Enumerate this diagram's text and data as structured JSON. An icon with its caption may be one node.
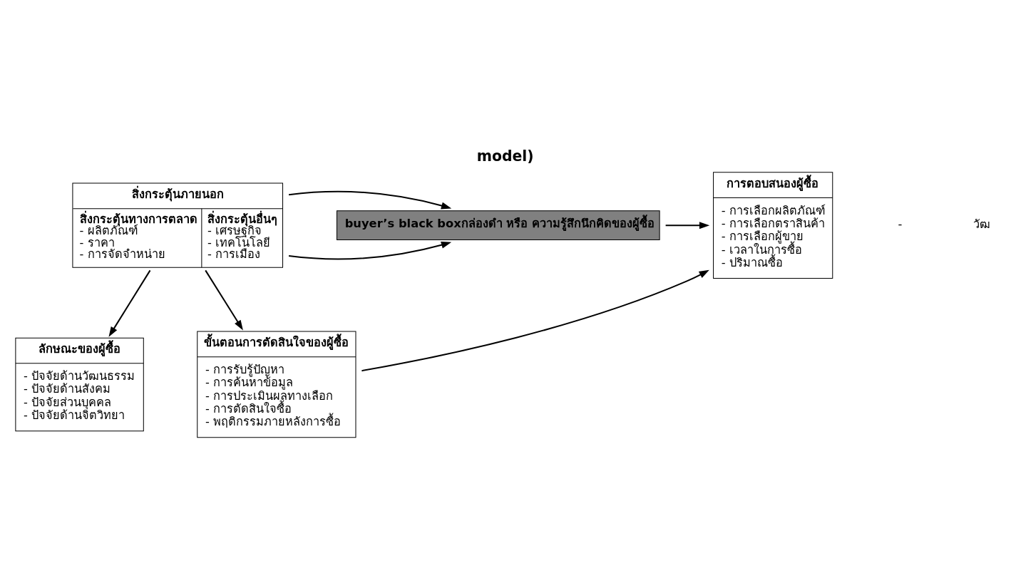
{
  "diagram": {
    "title": "model)",
    "nodes": [
      {
        "text": [
          "สิ่งกระตุ้นภายนอก",
          "สิ่งกระตุ้นทางการตลาด",
          "สิ่งกระตุ้นอื่นๆ",
          "- ผลิตภัณฑ์",
          "- ราคา",
          "- การจัดจำหน่าย",
          "- เศรษฐกิจ",
          "- เทคโนโลยี",
          "- การเมือง"
        ]
      },
      {
        "text": [
          "buyer’s black boxกล่องดำ หรือ ความรู้สึกนึกคิดของผู้ซื้อ"
        ]
      },
      {
        "text": [
          "การตอบสนองผู้ซื้อ",
          "- การเลือกผลิตภัณฑ์",
          "- การเลือกตราสินค้า",
          "- การเลือกผู้ขาย",
          "- เวลาในการซื้อ",
          "- ปริมาณซื้อ"
        ]
      },
      {
        "text": [
          "ลักษณะของผู้ซื้อ",
          "- ปัจจัยด้านวัฒนธรรม",
          "- ปัจจัยด้านสังคม",
          "- ปัจจัยส่วนบุคคล",
          "- ปัจจัยด้านจิตวิทยา"
        ]
      },
      {
        "text": [
          "ขั้นตอนการตัดสินใจของผู้ซื้อ",
          "- การรับรู้ปัญหา",
          "- การค้นหาข้อมูล",
          "- การประเมินผลทางเลือก",
          "- การตัดสินใจซื้อ",
          "- พฤติกรรมภายหลังการซื้อ"
        ]
      }
    ],
    "edges": [
      {
        "from": 0,
        "to": 1,
        "arrow": "to"
      },
      {
        "from": 1,
        "to": 2,
        "arrow": "to"
      },
      {
        "from": 0,
        "to": 1,
        "arrow": "to"
      },
      {
        "from": 0,
        "to": 3,
        "arrow": "to"
      },
      {
        "from": 0,
        "to": 4,
        "arrow": "to"
      },
      {
        "from": 4,
        "to": 2,
        "arrow": "to"
      }
    ],
    "labels": [
      "-",
      "วัฒ"
    ]
  }
}
